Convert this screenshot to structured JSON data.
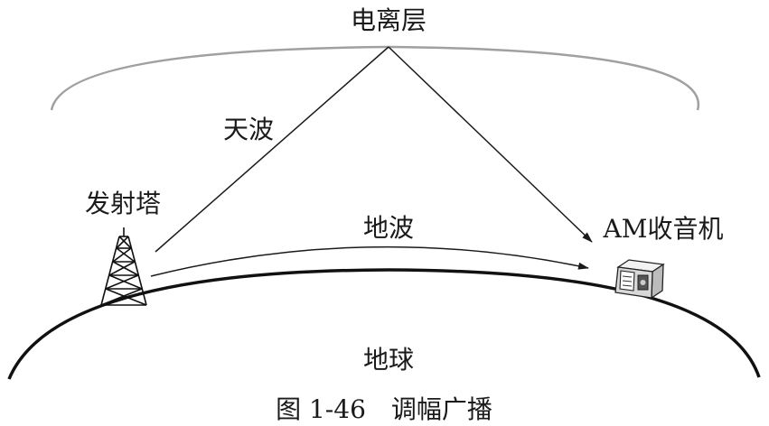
{
  "labels": {
    "ionosphere": "电离层",
    "sky_wave": "天波",
    "transmitter": "发射塔",
    "ground_wave": "地波",
    "receiver": "AM收音机",
    "earth": "地球"
  },
  "caption": "图 1-46　调幅广播",
  "colors": {
    "line": "#1a1a1a",
    "ionosphere": "#9a9a9a",
    "radio_body": "#d8d8d8"
  }
}
